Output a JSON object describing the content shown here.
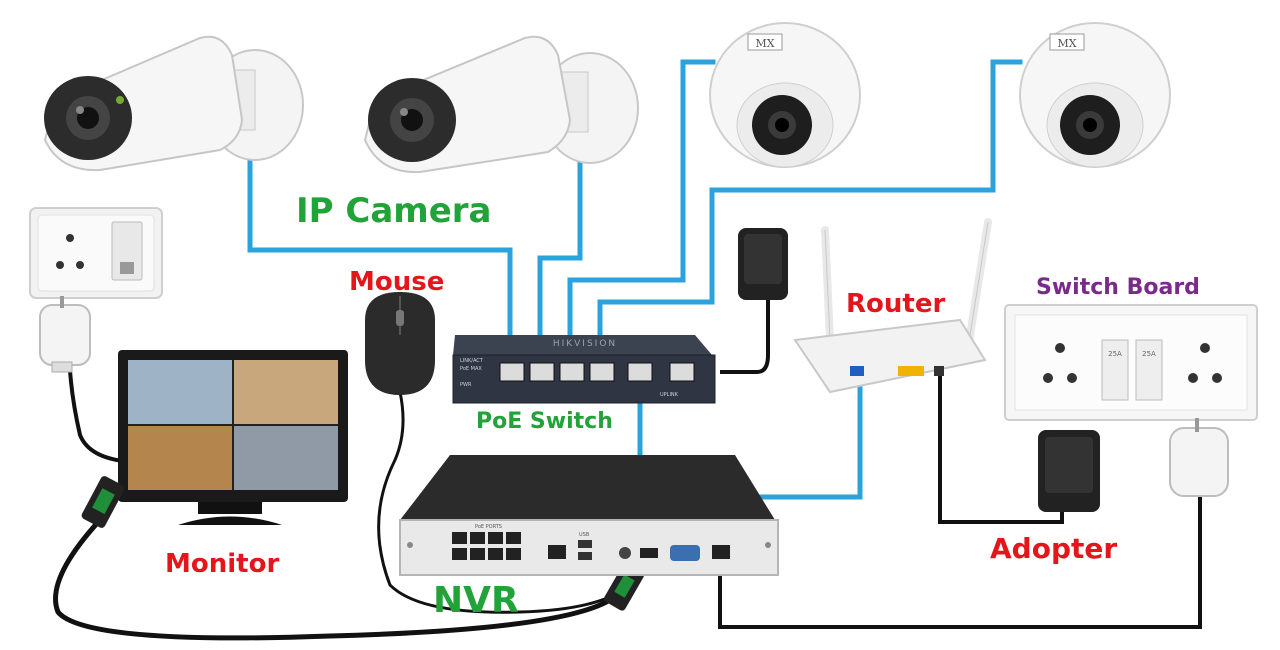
{
  "colors": {
    "ethernet_cable": "#2aa3dc",
    "power_cable": "#111111",
    "label_green": "#22a33a",
    "label_red": "#e3171b",
    "label_purple": "#7a2a8a",
    "device_dark": "#2a2f3a",
    "device_white": "#f4f4f4"
  },
  "labels": {
    "ip_camera": "IP Camera",
    "mouse": "Mouse",
    "router": "Router",
    "switch_board": "Switch Board",
    "poe_switch": "PoE Switch",
    "monitor": "Monitor",
    "nvr": "NVR",
    "adopter": "Adopter"
  },
  "device_text": {
    "dome_brand": "MX",
    "switch_brand": "HIKVISION",
    "switch_led1": "LINK/ACT",
    "switch_led2": "PoE MAX",
    "switch_led3": "PWR",
    "switch_uplink": "UPLINK",
    "nvr_ports_label": "PoE PORTS",
    "nvr_usb_label": "USB",
    "socket_rating1": "25A",
    "socket_rating2": "25A"
  }
}
